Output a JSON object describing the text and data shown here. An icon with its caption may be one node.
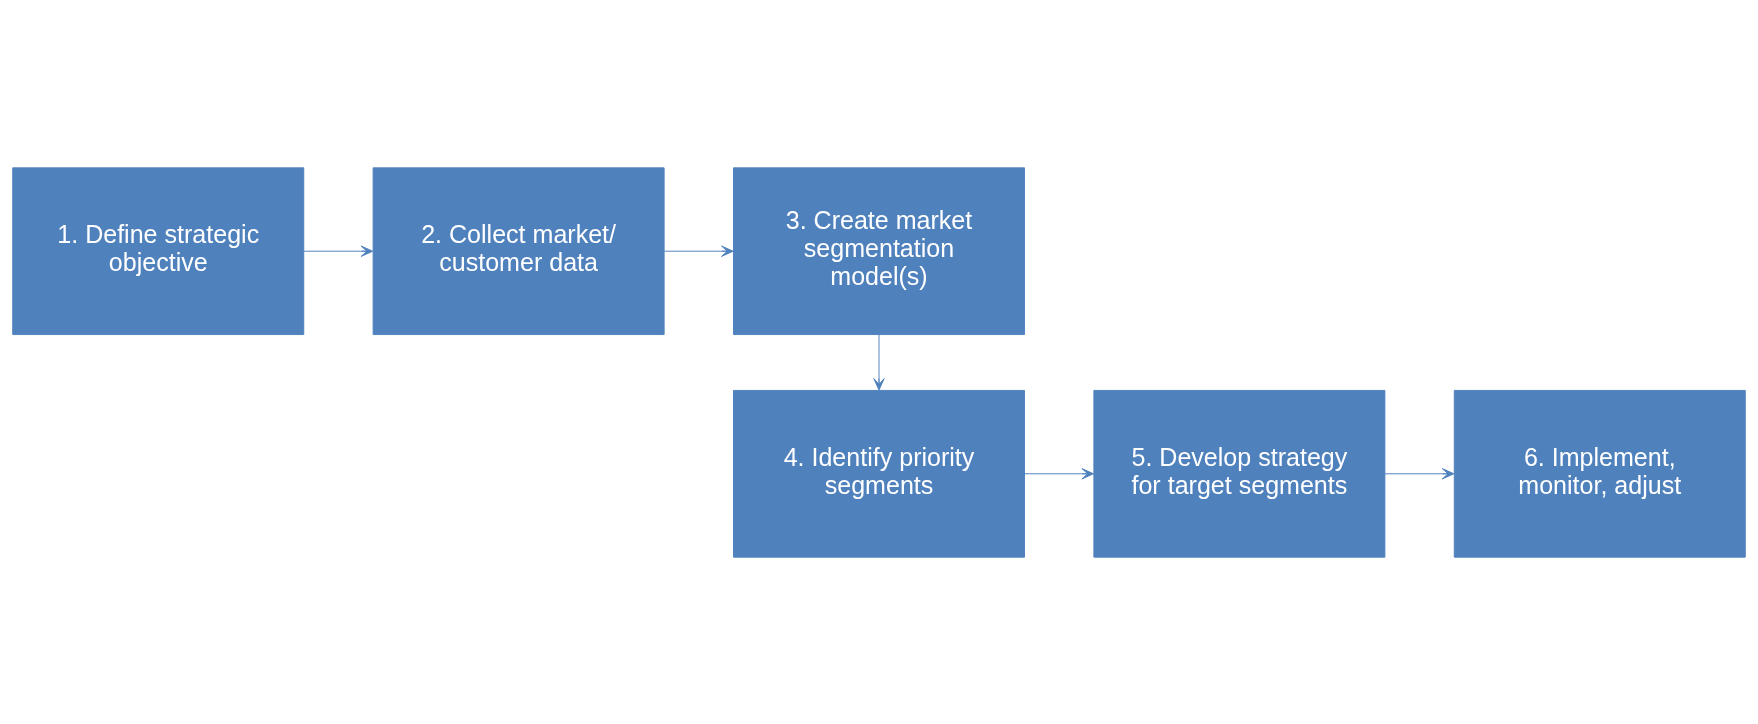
{
  "diagram": {
    "nodes": [
      {
        "text": [
          "1. Define strategic objective"
        ]
      },
      {
        "text": [
          "2. Collect market/ customer data"
        ]
      },
      {
        "text": [
          "3. Create market segmentation model(s)"
        ]
      },
      {
        "text": [
          "4. Identify priority segments"
        ]
      },
      {
        "text": [
          "5. Develop strategy for target segments"
        ]
      },
      {
        "text": [
          "6. Implement, monitor, adjust"
        ]
      }
    ],
    "edges": [
      {
        "from": 0,
        "to": 1,
        "arrow": "to"
      },
      {
        "from": 1,
        "to": 2,
        "arrow": "to"
      },
      {
        "from": 2,
        "to": 3,
        "arrow": "to"
      },
      {
        "from": 3,
        "to": 4,
        "arrow": "to"
      },
      {
        "from": 4,
        "to": 5,
        "arrow": "to"
      }
    ]
  }
}
